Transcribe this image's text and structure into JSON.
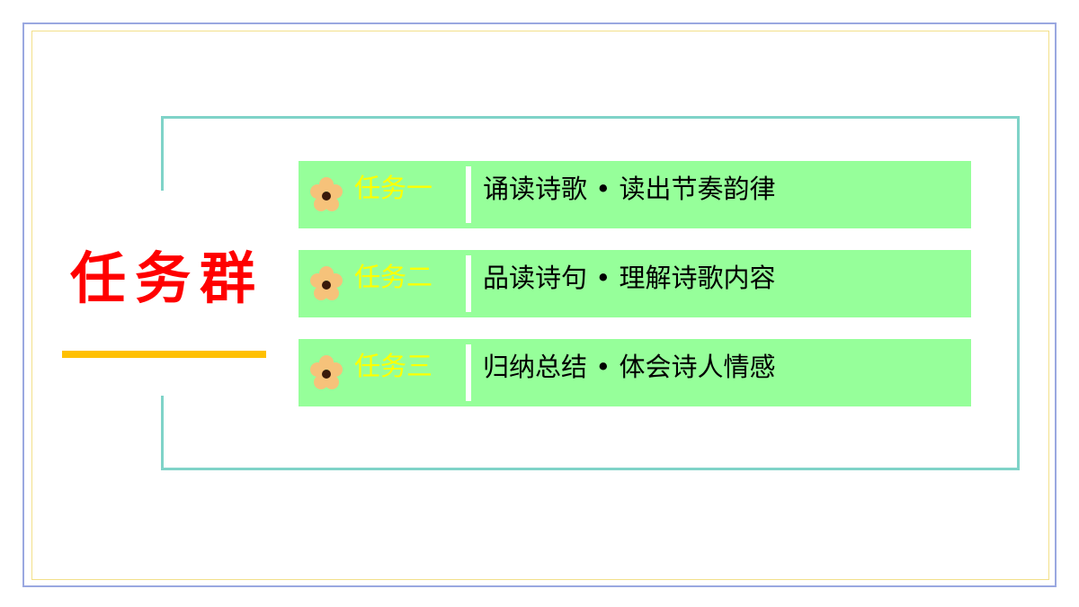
{
  "title": "任务群",
  "colors": {
    "title": "#ff0000",
    "underline": "#ffc000",
    "row_background": "#96ff9a",
    "task_label": "#ffff00",
    "bracket": "#7fd3c8",
    "flower_petal": "#f6c27a",
    "flower_center": "#3a1a0a"
  },
  "tasks": [
    {
      "label": "任务一",
      "text": "诵读诗歌 • 读出节奏韵律",
      "icon": "flower-icon"
    },
    {
      "label": "任务二",
      "text": "品读诗句 • 理解诗歌内容",
      "icon": "flower-icon"
    },
    {
      "label": "任务三",
      "text": "归纳总结 • 体会诗人情感",
      "icon": "flower-icon"
    }
  ]
}
